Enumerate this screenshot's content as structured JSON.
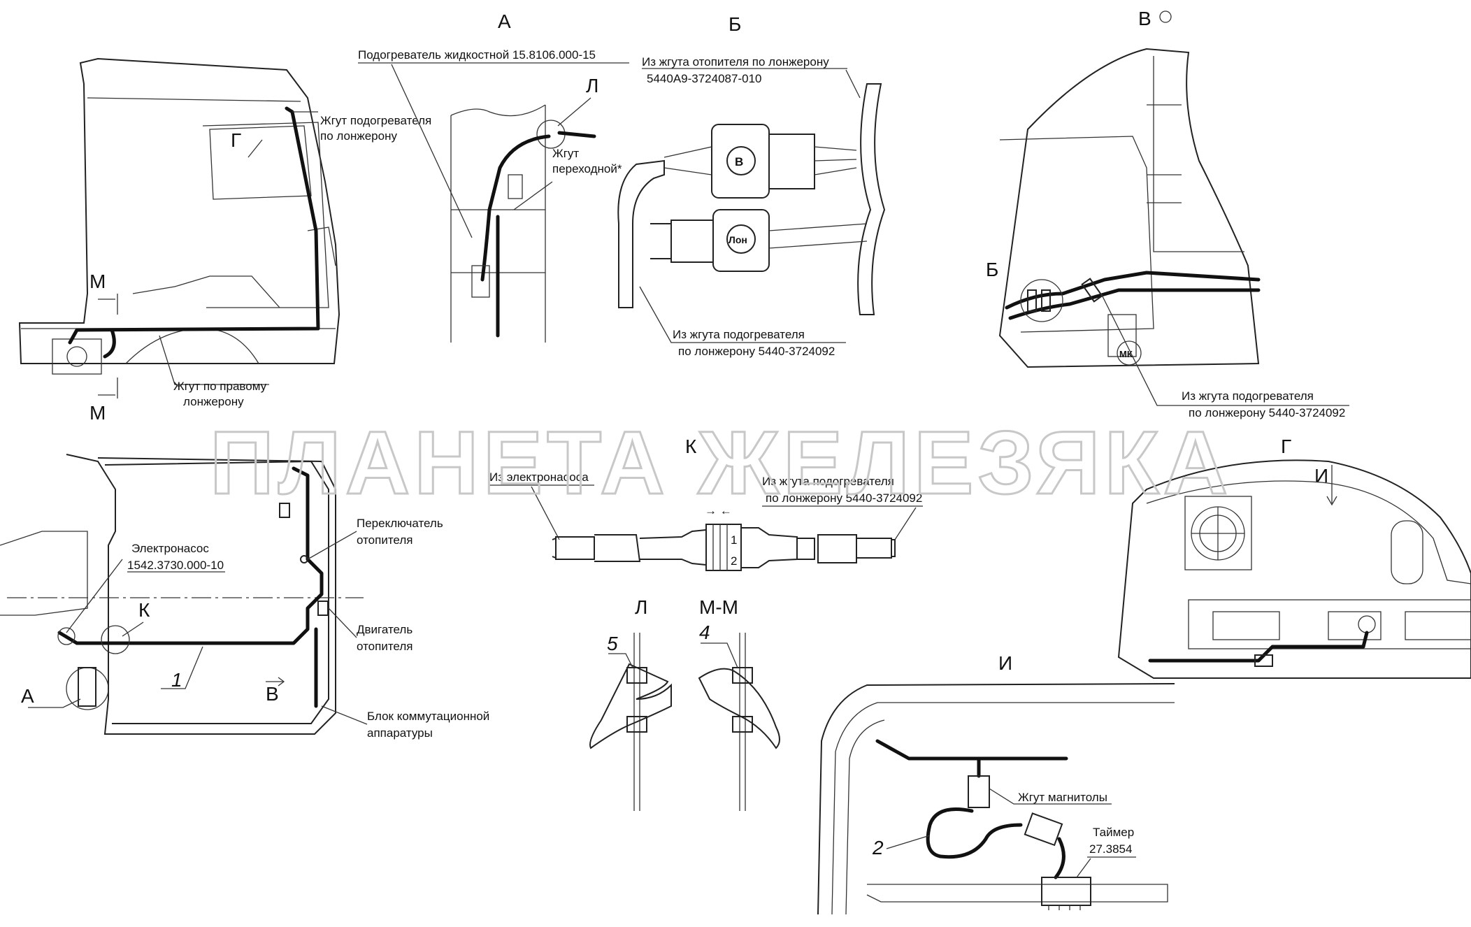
{
  "watermark": "ПЛАНЕТА ЖЕЛЕЗЯКА",
  "views": {
    "A": "А",
    "B_view": "Б",
    "V_view": "В",
    "G_view": "Г",
    "K_view": "К",
    "L_view": "Л",
    "MM_view": "М-М",
    "I_view": "И"
  },
  "refs": {
    "G": "Г",
    "M": "М",
    "L": "Л",
    "B_cab": "Б",
    "K": "К",
    "A": "А",
    "V": "В",
    "I": "И"
  },
  "connector_marks": {
    "v": "В",
    "lon": "Лон",
    "mk": "МК",
    "k_arrow": "→ ←",
    "k_pin1": "1",
    "k_pin2": "2"
  },
  "numbers": {
    "n1": "1",
    "n2": "2",
    "n4": "4",
    "n5": "5"
  },
  "labels": {
    "heater": "Подогреватель жидкостной 15.8106.000-15",
    "harness_heater_l1": "Жгут подогревателя",
    "harness_heater_l2": "по лонжерону",
    "adapter_l1": "Жгут",
    "adapter_l2": "переходной*",
    "right_spar_l1": "Жгут по правому",
    "right_spar_l2": "лонжерону",
    "from_heater_spar_b_l1": "Из жгута отопителя по лонжерону",
    "from_heater_spar_b_l2": "5440А9-3724087-010",
    "from_preheater_b_l1": "Из жгута подогревателя",
    "from_preheater_b_l2": "по лонжерону 5440-3724092",
    "from_preheater_v_l1": "Из жгута подогревателя",
    "from_preheater_v_l2": "по лонжерону 5440-3724092",
    "from_pump": "Из электронасоса",
    "from_preheater_k_l1": "Из жгута подогревателя",
    "from_preheater_k_l2": "по лонжерону 5440-3724092",
    "pump_l1": "Электронасос",
    "pump_l2": "1542.3730.000-10",
    "switch_l1": "Переключатель",
    "switch_l2": "отопителя",
    "motor_l1": "Двигатель",
    "motor_l2": "отопителя",
    "switchgear_l1": "Блок коммутационной",
    "switchgear_l2": "аппаратуры",
    "radio_harness": "Жгут магнитолы",
    "timer_l1": "Таймер",
    "timer_l2": "27.3854"
  }
}
